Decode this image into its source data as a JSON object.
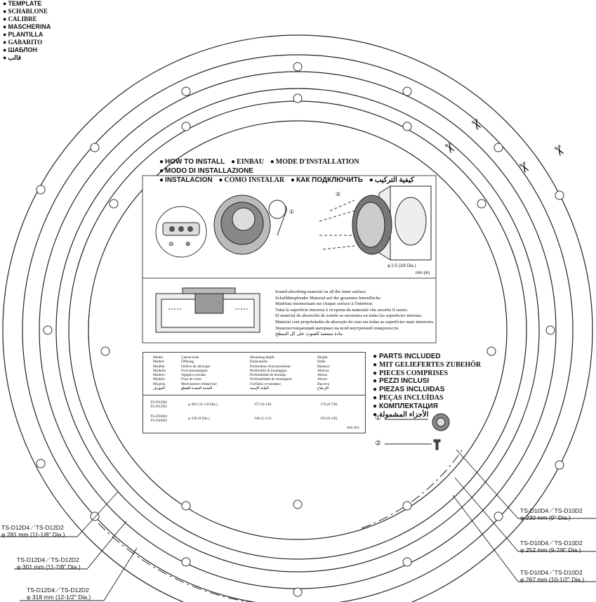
{
  "template_titles": [
    "TEMPLATE",
    "SCHABLONE",
    "CALIBRE",
    "MASCHERINA",
    "PLANTILLA",
    "GABARITO",
    "ШАБЛОН",
    "قالب"
  ],
  "how_to_install": {
    "row1": [
      "HOW TO INSTALL",
      "EINBAU",
      "MODE D'INSTALLATION",
      "MODO DI INSTALLAZIONE"
    ],
    "row2": [
      "INSTALACION",
      "COMO INSTALAR",
      "КАК ПОДКЛЮЧИТЬ",
      "كيفية التركيب"
    ]
  },
  "diagram": {
    "callout_1": "①",
    "callout_2": "②",
    "hole_dia": "φ 2.5 (1/8 Dia.)",
    "units": "mm (in)"
  },
  "sound_material_notes": [
    "Sound-absorbing material on all the inner surface.",
    "Schalldämpfendes Material auf der gesamten Innenfläche.",
    "Matériau insonorisant sur chaque surface à l'intérieur.",
    "Tutta la superficie interiore è ricoperta da materiale che assorbe il suono.",
    "El material de absorción de sonido se encuentra en todas las superficies internas.",
    "Material com propriedades de absorção do som em todas as superfícies mais interiores.",
    "Звукопоглощающий материал на всей внутренней поверхности.",
    "مادة ممتصة للصوت على كل السطح"
  ],
  "spec_table": {
    "model_header": [
      "Model",
      "Modell",
      "Modèle",
      "Modello",
      "Modelo",
      "Modelo",
      "Модель",
      "الموديل"
    ],
    "cutout_header": [
      "Cutout hole",
      "Öffnung",
      "Orifice de découpe",
      "Foro prestampato",
      "Agujero cortado",
      "Furo de corte",
      "Монтажное отверстие",
      "الفتحة المعدة للقطع"
    ],
    "depth_header": [
      "Mounting depth",
      "Einbautiefe",
      "Profondeur d'encastrement",
      "Profondità di montaggio",
      "Profundidad de montaje",
      "Profundidade de montagem",
      "Глубина установки",
      "الفاية الإسية"
    ],
    "height_header": [
      "Height",
      "Höhe",
      "Hauteur",
      "Altezza",
      "Altura",
      "Altura",
      "Высота",
      "الإرتفاع"
    ],
    "rows": [
      {
        "model": [
          "TS-D12D4",
          "TS-D12D2"
        ],
        "cutout": "φ 281  (11-1/8 Dia.)",
        "depth": "157  (6-1/8)",
        "height": "176  (6-7/8)"
      },
      {
        "model": [
          "TS-D10D4",
          "TS-D10D2"
        ],
        "cutout": "φ 230  (9 Dia.)",
        "depth": "140  (5-1/2)",
        "height": "156  (6-1/8)"
      }
    ],
    "units": "mm  (in)"
  },
  "parts_included": [
    "PARTS INCLUDED",
    "MIT GELIEFERTES ZUBEHÖR",
    "PIECES COMPRISES",
    "PEZZI INCLUSI",
    "PIEZAS INCLUIDAS",
    "PEÇAS INCLUÍDAS",
    "КОМПЛЕКТАЦИЯ",
    "الأجزاء المشمولة"
  ],
  "parts_callouts": [
    "①",
    "②"
  ],
  "ring_labels": [
    {
      "model": "TS-D12D4／TS-D12D2",
      "dia": "φ 281 mm (11-1/8\" Dia.)"
    },
    {
      "model": "TS-D12D4／TS-D12D2",
      "dia": "φ 301 mm (11-7/8\" Dia.)"
    },
    {
      "model": "TS-D12D4／TS-D12D2",
      "dia": "φ 318 mm (12-1/2\" Dia.)"
    },
    {
      "model": "TS-D10D4／TS-D10D2",
      "dia": "φ 230 mm (9\" Dia.)"
    },
    {
      "model": "TS-D10D4／TS-D10D2",
      "dia": "φ 252 mm (9-7/8\" Dia.)"
    },
    {
      "model": "TS-D10D4／TS-D10D2",
      "dia": "φ 267 mm (10-1/2\" Dia.)"
    }
  ]
}
